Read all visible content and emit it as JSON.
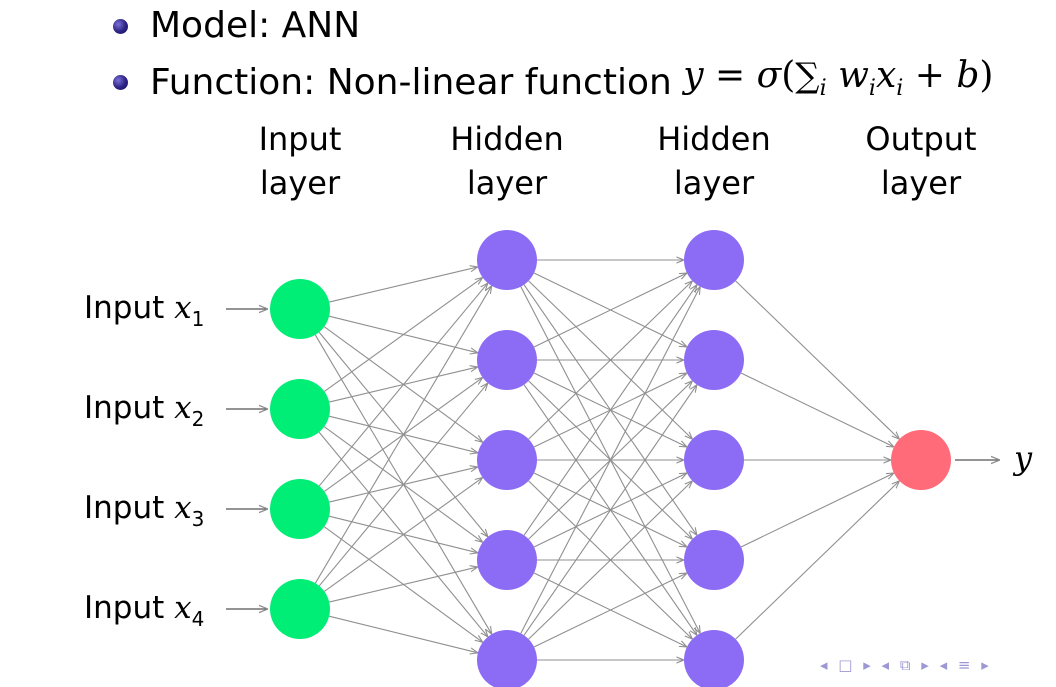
{
  "bullets": [
    {
      "label": "Model:",
      "value": "ANN"
    },
    {
      "label": "Function:",
      "value": "Non-linear function",
      "formula_parts": {
        "y": "y",
        "eq": " = ",
        "sigma": "σ",
        "lparen": "(",
        "sum": "∑",
        "sum_sub": "i",
        "w": "w",
        "w_sub": "i",
        "x": "x",
        "x_sub": "i",
        "plus": " + ",
        "b": "b",
        "rparen": ")"
      }
    }
  ],
  "layers": [
    {
      "title": "Input\nlayer",
      "nodes": 4,
      "color": "#00ee76"
    },
    {
      "title": "Hidden\nlayer",
      "nodes": 5,
      "color": "#8c6cf5"
    },
    {
      "title": "Hidden\nlayer",
      "nodes": 5,
      "color": "#8c6cf5"
    },
    {
      "title": "Output\nlayer",
      "nodes": 1,
      "color": "#ff6b78"
    }
  ],
  "inputs": [
    {
      "text": "Input",
      "var": "x",
      "sub": "1"
    },
    {
      "text": "Input",
      "var": "x",
      "sub": "2"
    },
    {
      "text": "Input",
      "var": "x",
      "sub": "3"
    },
    {
      "text": "Input",
      "var": "x",
      "sub": "4"
    }
  ],
  "output": {
    "var": "y"
  },
  "edge_color": "#8f8f8f",
  "nav": {
    "glyphs": "◂ □ ▸ ◂ ⧉ ▸ ◂ ≡ ▸"
  }
}
